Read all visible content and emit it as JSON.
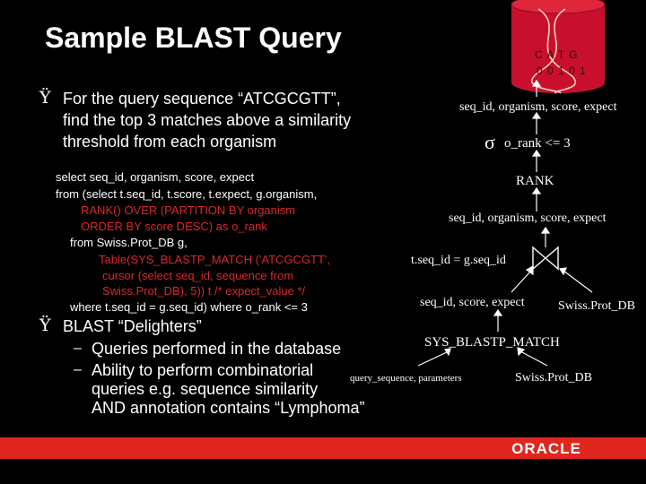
{
  "slide": {
    "title": "Sample BLAST Query",
    "bullet_symbol": "Ÿ",
    "bullet1": {
      "lines": [
        "For the query sequence “ATCGCGTT”,",
        "find the top 3 matches above a similarity",
        "threshold from each organism"
      ]
    },
    "sql": {
      "lines": [
        "select seq_id, organism, score, expect",
        "from (select t.seq_id, t.score, t.expect, g.organism,",
        "RANK() OVER (PARTITION BY organism",
        "ORDER BY score DESC) as o_rank",
        "from Swiss.Prot_DB g,",
        "Table(SYS_BLASTP_MATCH  ('ATCGCGTT',",
        "cursor (select seq_id, sequence from",
        "Swiss.Prot_DB), 5)) t   /* expect_value */",
        "where t.seq_id = g.seq_id) where o_rank <= 3"
      ]
    },
    "bullet2": {
      "label": "BLAST “Delighters”",
      "dash": "–",
      "sub1": "Queries performed in the database",
      "sub2_lines": [
        "Ability to perform combinatorial",
        "queries e.g. sequence similarity",
        "AND annotation contains “Lymphoma”"
      ]
    },
    "plan": {
      "top_projection": "seq_id, organism, score, expect",
      "sigma": "σ",
      "selection": "o_rank <= 3",
      "rank": "RANK",
      "mid_projection": "seq_id, organism, score, expect",
      "join_condition": "t.seq_id = g.seq_id",
      "left_projection": "seq_id, score, expect",
      "right_table": "Swiss.Prot_DB",
      "match_function": "SYS_BLASTP_MATCH",
      "match_args": "query_sequence, parameters",
      "match_table": "Swiss.Prot_DB"
    },
    "db_logo": {
      "bases": "C A T G",
      "bits": "0 0 1 0 1"
    },
    "brand": "ORACLE",
    "colors": {
      "background": "#000000",
      "sql_text": "#d8282c",
      "footer": "#e0261d",
      "cylinder": "#c8102e"
    }
  }
}
